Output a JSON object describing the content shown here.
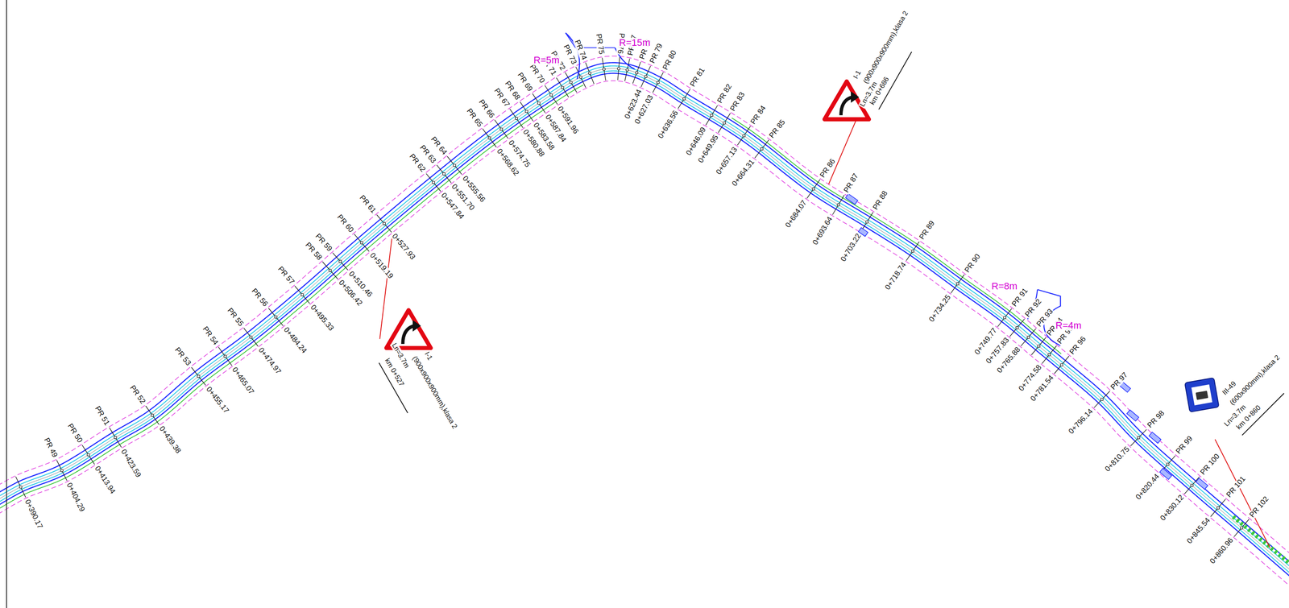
{
  "diagram": {
    "labels": [
      "0+390.17",
      "PR 49",
      "0+404.29",
      "PR 50",
      "0+413.94",
      "PR 51",
      "0+423.59",
      "PR 52",
      "0+439.38",
      "PR 53",
      "0+455.17",
      "PR 54",
      "0+465.07",
      "PR 55",
      "0+474.97",
      "PR 56",
      "0+484.24",
      "PR 57",
      "0+495.33",
      "PR 58",
      "0+506.42",
      "PR 59",
      "0+510.46",
      "PR 60",
      "0+519.19",
      "PR 61",
      "0+527.93",
      "PR 62",
      "0+547.84",
      "PR 63",
      "0+551.70",
      "PR 64",
      "0+555.56",
      "PR 65",
      "0+568.62",
      "PR 66",
      "0+574.75",
      "PR 67",
      "0+580.88",
      "PR 68",
      "0+583.58",
      "PR 69",
      "0+587.84",
      "PR 70",
      "0+591.96",
      "PR 71",
      "PR 72",
      "PR 73",
      "PR 74",
      "PR 75",
      "PR 76",
      "PR 77",
      "PR 78",
      "PR 79",
      "0+623.44",
      "PR 80",
      "0+627.03",
      "PR 81",
      "0+636.56",
      "PR 82",
      "0+646.09",
      "PR 83",
      "0+649.95",
      "PR 84",
      "0+657.13",
      "PR 85",
      "0+664.31",
      "PR 86",
      "0+684.07",
      "PR 87",
      "0+693.64",
      "PR 88",
      "0+703.22",
      "PR 89",
      "0+718.74",
      "PR 90",
      "0+734.25",
      "PR 91",
      "0+749.77",
      "PR 92",
      "0+757.83",
      "PR 93",
      "0+765.88",
      "PR 94",
      "PR 95",
      "0+774.58",
      "PR 96",
      "0+781.54",
      "PR 97",
      "0+796.14",
      "PR 98",
      "0+810.75",
      "PR 99",
      "0+820.44",
      "PR 100",
      "0+830.12",
      "PR 101",
      "0+845.54",
      "PR 102",
      "0+860.96",
      "R=15m",
      "R=5m",
      "R=8m",
      "R=4m",
      "I-1",
      "(900x900x900mm),klasa 2",
      "Ln=3.7m",
      "km 0+527",
      "I-1",
      "(900x900x900mm),klasa 2",
      "Ln=3.7m",
      "km 0+686",
      "III-49",
      "(600x900mm),klasa 2",
      "Ln=3.7m",
      "km 0+860"
    ]
  }
}
